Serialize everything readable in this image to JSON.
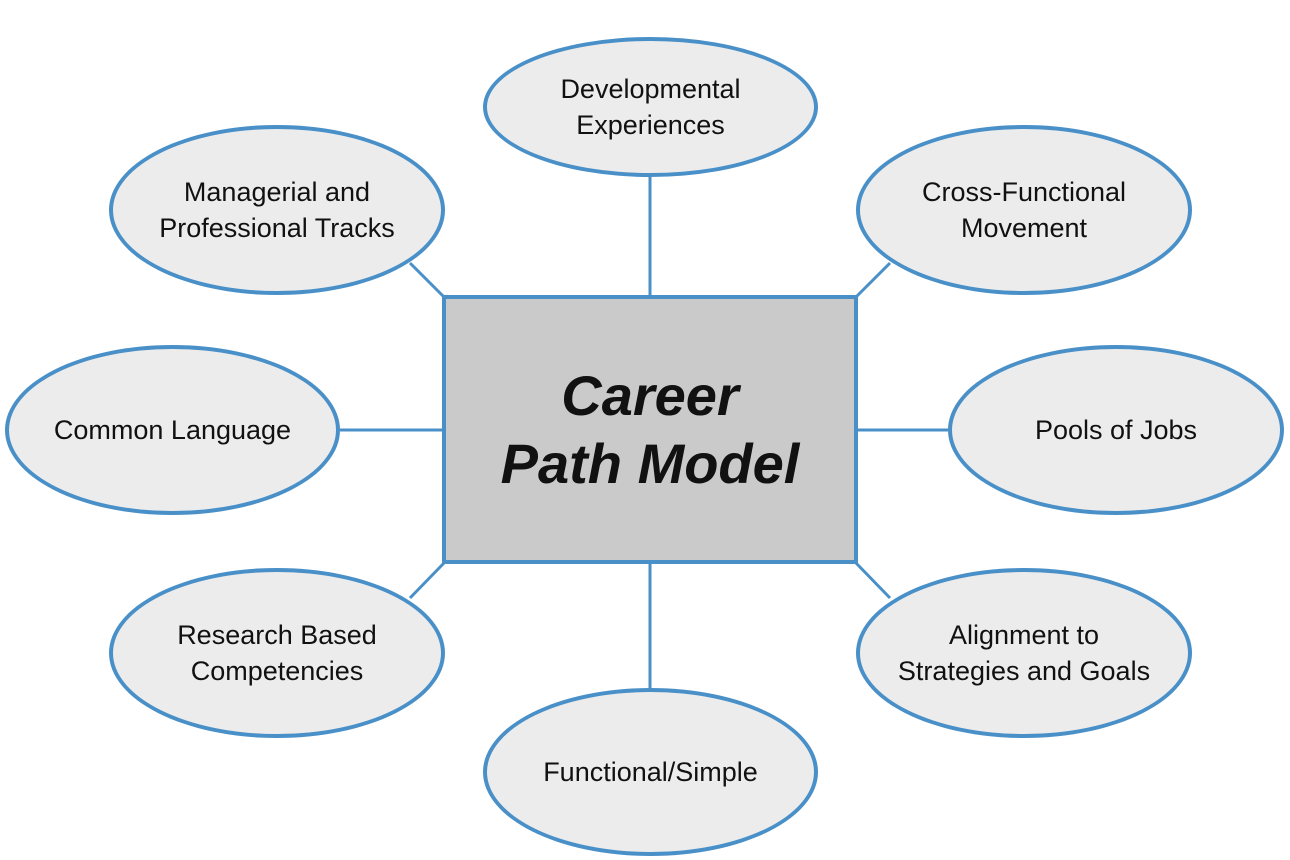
{
  "center": {
    "label": "Career\nPath Model"
  },
  "nodes": {
    "developmental": "Developmental\nExperiences",
    "managerial": "Managerial and\nProfessional Tracks",
    "cross_functional": "Cross-Functional\nMovement",
    "common_language": "Common Language",
    "pools_of_jobs": "Pools of Jobs",
    "research": "Research Based\nCompetencies",
    "alignment": "Alignment to\nStrategies and Goals",
    "functional": "Functional/Simple"
  },
  "colors": {
    "outline": "#4a90c8",
    "node_fill": "#ececec",
    "center_fill": "#cacaca",
    "text": "#111111"
  }
}
